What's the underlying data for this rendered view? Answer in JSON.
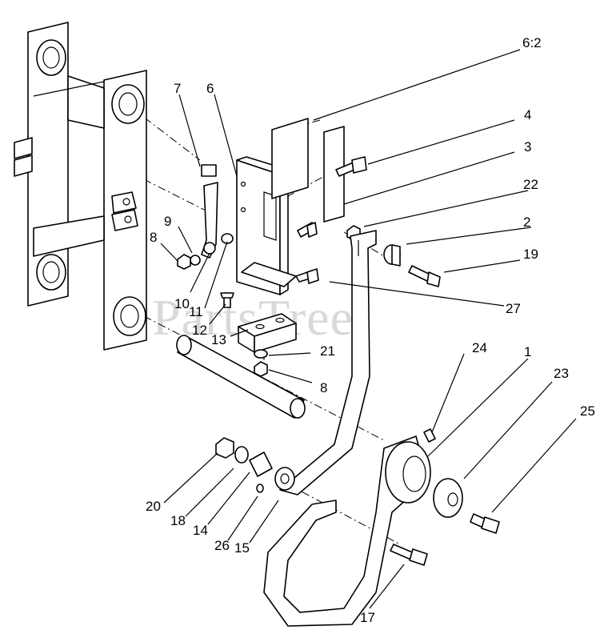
{
  "watermark": {
    "text": "PartsTree",
    "trademark": "™"
  },
  "callouts": [
    {
      "id": "c-6-2",
      "label": "6:2"
    },
    {
      "id": "c-7",
      "label": "7"
    },
    {
      "id": "c-6",
      "label": "6"
    },
    {
      "id": "c-4",
      "label": "4"
    },
    {
      "id": "c-3",
      "label": "3"
    },
    {
      "id": "c-22",
      "label": "22"
    },
    {
      "id": "c-2",
      "label": "2"
    },
    {
      "id": "c-19",
      "label": "19"
    },
    {
      "id": "c-27",
      "label": "27"
    },
    {
      "id": "c-9",
      "label": "9"
    },
    {
      "id": "c-8a",
      "label": "8"
    },
    {
      "id": "c-10",
      "label": "10"
    },
    {
      "id": "c-11",
      "label": "11"
    },
    {
      "id": "c-12",
      "label": "12"
    },
    {
      "id": "c-13",
      "label": "13"
    },
    {
      "id": "c-21",
      "label": "21"
    },
    {
      "id": "c-8b",
      "label": "8"
    },
    {
      "id": "c-24",
      "label": "24"
    },
    {
      "id": "c-1",
      "label": "1"
    },
    {
      "id": "c-23",
      "label": "23"
    },
    {
      "id": "c-25",
      "label": "25"
    },
    {
      "id": "c-20",
      "label": "20"
    },
    {
      "id": "c-18",
      "label": "18"
    },
    {
      "id": "c-14",
      "label": "14"
    },
    {
      "id": "c-26",
      "label": "26"
    },
    {
      "id": "c-15",
      "label": "15"
    },
    {
      "id": "c-17",
      "label": "17"
    }
  ]
}
